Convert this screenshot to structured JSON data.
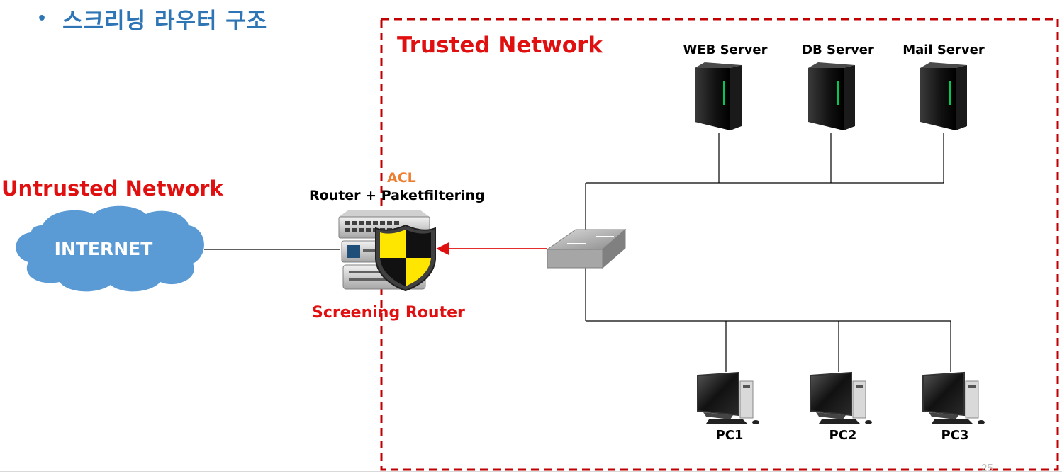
{
  "slide": {
    "bullet": "•",
    "title": "스크리닝 라우터 구조",
    "page_number": "25"
  },
  "zones": {
    "trusted_label": "Trusted Network",
    "untrusted_label": "Untrusted Network"
  },
  "internet": {
    "label": "INTERNET"
  },
  "router": {
    "acl_label": "ACL",
    "caption": "Router + Paketfiltering",
    "name": "Screening Router"
  },
  "servers": [
    {
      "label": "WEB Server"
    },
    {
      "label": "DB Server"
    },
    {
      "label": "Mail Server"
    }
  ],
  "pcs": [
    {
      "label": "PC1"
    },
    {
      "label": "PC2"
    },
    {
      "label": "PC3"
    }
  ],
  "colors": {
    "title_blue": "#2e75b6",
    "label_red": "#e01010",
    "acl_orange": "#ed7d31",
    "cloud_blue": "#5b9bd5",
    "dash_red": "#c00000"
  }
}
